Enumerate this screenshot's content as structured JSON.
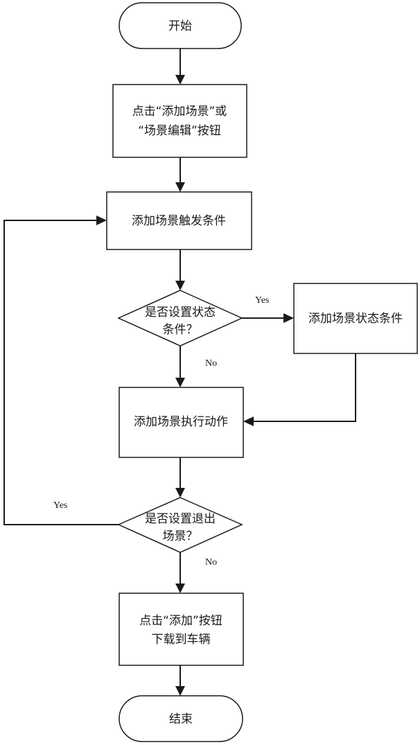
{
  "flowchart": {
    "start": "开始",
    "step1": [
      "点击“添加场景”或",
      "“场景编辑”按钮"
    ],
    "step2": "添加场景触发条件",
    "decision1": [
      "是否设置状态",
      "条件？"
    ],
    "decision1_yes": "Yes",
    "decision1_no": "No",
    "step_state": "添加场景状态条件",
    "step3": "添加场景执行动作",
    "decision2": [
      "是否设置退出",
      "场景？"
    ],
    "decision2_yes": "Yes",
    "decision2_no": "No",
    "step4": [
      "点击“添加”按钮",
      "下载到车辆"
    ],
    "end": "结束"
  }
}
